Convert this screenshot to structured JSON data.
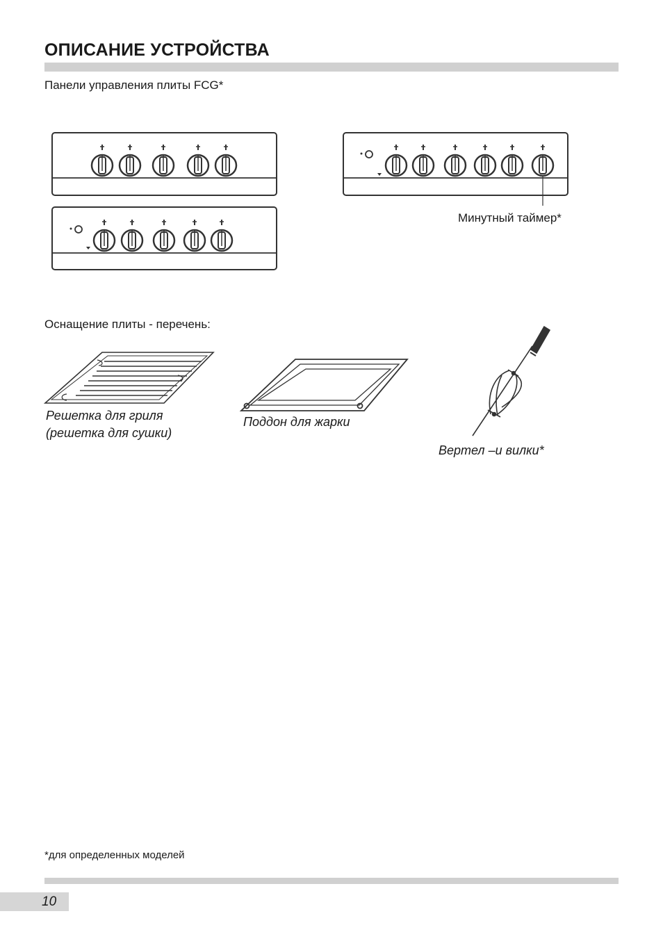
{
  "header": {
    "title": "ОПИСАНИЕ УСТРОЙСТВА"
  },
  "panels_caption": "Панели управления плиты FCG*",
  "timer_label": "Минутный таймер*",
  "accessories_caption": "Оснащение плиты - перечень:",
  "accessories": {
    "grill": [
      "Решетка для гриля",
      "(решетка для сушки)"
    ],
    "tray": "Поддон для жарки",
    "spit": "Вертел –и вилки*"
  },
  "footnote": "*для определенных моделей",
  "page_number": "10",
  "colors": {
    "rule": "#d0d0d0",
    "line": "#333333",
    "page_box": "#d6d6d6"
  }
}
